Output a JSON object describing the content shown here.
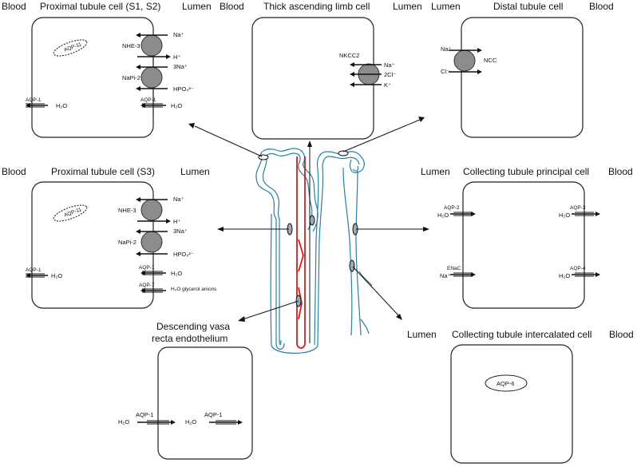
{
  "diagram": {
    "cells": {
      "pt_s1s2": {
        "title": "Proximal tubule cell (S1, S2)",
        "left_side": "Blood",
        "right_side": "Lumen",
        "intracellular": "AQP-11",
        "transporters": [
          "NHE-3",
          "NaPi-2"
        ],
        "ions": [
          "Na⁺",
          "H⁺",
          "3Na⁺",
          "HPO₄²⁻"
        ],
        "channel_basolateral": "AQP-1",
        "channel_apical": "AQP-1",
        "water": "H₂O"
      },
      "tal": {
        "title": "Thick ascending limb cell",
        "left_side": "Blood",
        "right_side": "Lumen",
        "transporter": "NKCC2",
        "ions": [
          "Na⁺",
          "2Cl⁻",
          "K⁺"
        ]
      },
      "dt": {
        "title": "Distal tubule cell",
        "left_side": "Lumen",
        "right_side": "Blood",
        "transporter": "NCC",
        "ions": [
          "Na⁺",
          "Cl⁻"
        ]
      },
      "pt_s3": {
        "title": "Proximal tubule cell (S3)",
        "left_side": "Blood",
        "right_side": "Lumen",
        "intracellular": "AQP-11",
        "transporters": [
          "NHE-3",
          "NaPi-2"
        ],
        "ions": [
          "Na⁺",
          "H⁺",
          "3Na⁺",
          "HPO₄²⁻"
        ],
        "channel_basolateral": "AQP-1",
        "channel_apical_1": "AQP-1",
        "channel_apical_2": "AQP-7",
        "water": "H₂O",
        "solutes": "H₂O glycerol anions"
      },
      "ctp": {
        "title": "Collecting tubule principal cell",
        "left_side": "Lumen",
        "right_side": "Blood",
        "channels": [
          "AQP-2",
          "AQP-3",
          "ENaC",
          "AQP-4"
        ],
        "water": "H₂O",
        "sodium": "Na⁺"
      },
      "dvr": {
        "title_line1": "Descending vasa",
        "title_line2": "recta endothelium",
        "channel": "AQP-1",
        "water": "H₂O"
      },
      "cti": {
        "title": "Collecting tubule intercalated cell",
        "left_side": "Lumen",
        "right_side": "Blood",
        "intracellular": "AQP-6"
      }
    },
    "colors": {
      "tubule": "#2a7f9e",
      "vasa_recta": "#e01818",
      "transporter_fill": "#8c8c8c"
    }
  }
}
